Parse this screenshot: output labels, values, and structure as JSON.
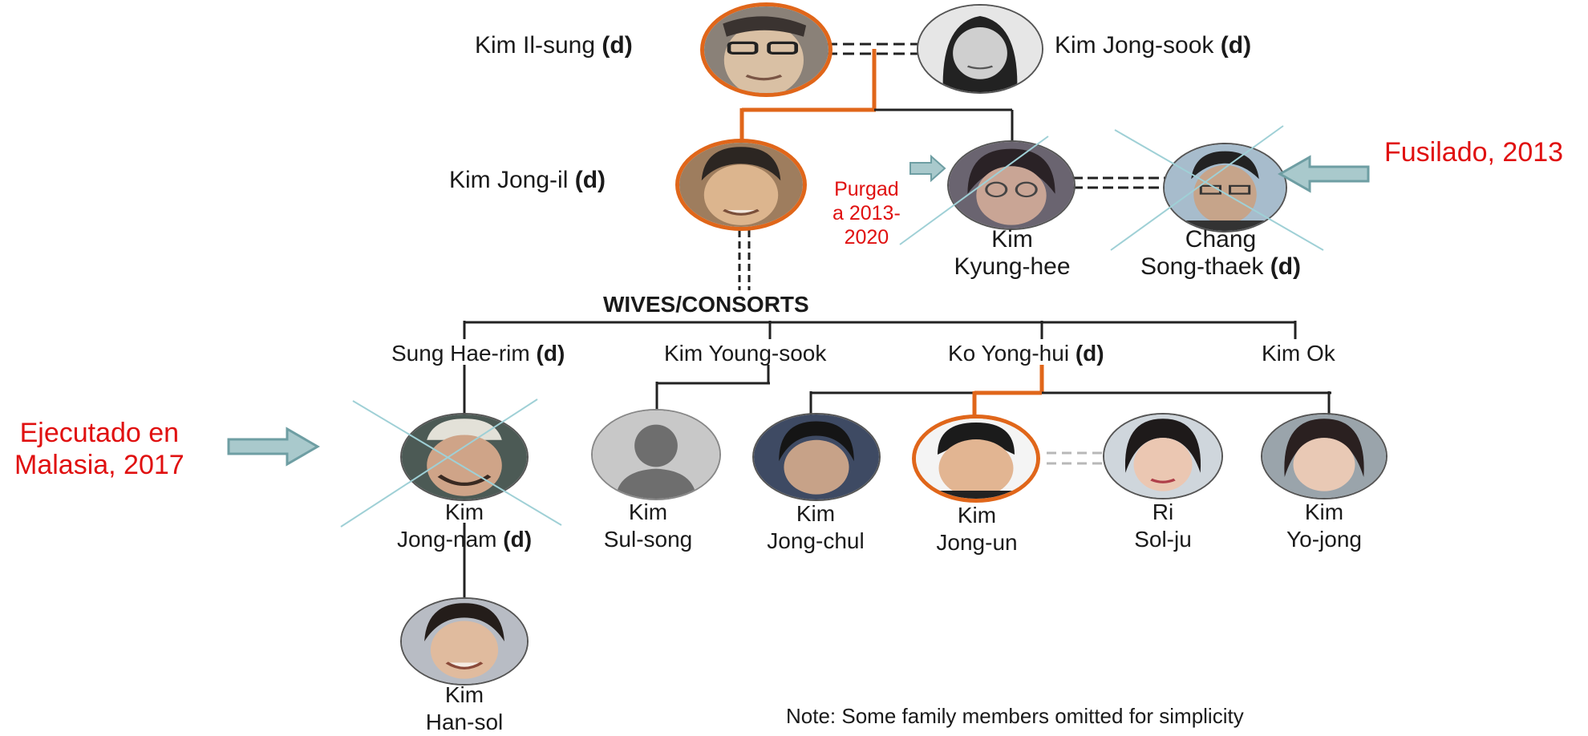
{
  "people": {
    "kim_il_sung": {
      "name": "Kim Il-sung",
      "tag": "(d)"
    },
    "kim_jong_sook": {
      "name": "Kim Jong-sook",
      "tag": "(d)"
    },
    "kim_jong_il": {
      "name": "Kim Jong-il",
      "tag": "(d)"
    },
    "kim_kyung_hee": {
      "line1": "Kim",
      "line2": "Kyung-hee"
    },
    "chang_song_thaek": {
      "line1": "Chang",
      "line2": "Song-thaek",
      "tag": "(d)"
    },
    "kim_jong_nam": {
      "line1": "Kim",
      "line2": "Jong-nam",
      "tag": "(d)"
    },
    "kim_sul_song": {
      "line1": "Kim",
      "line2": "Sul-song"
    },
    "kim_jong_chul": {
      "line1": "Kim",
      "line2": "Jong-chul"
    },
    "kim_jong_un": {
      "line1": "Kim",
      "line2": "Jong-un"
    },
    "ri_sol_ju": {
      "line1": "Ri",
      "line2": "Sol-ju"
    },
    "kim_yo_jong": {
      "line1": "Kim",
      "line2": "Yo-jong"
    },
    "kim_han_sol": {
      "line1": "Kim",
      "line2": "Han-sol"
    }
  },
  "consorts": {
    "header": "WIVES/CONSORTS",
    "sung_hae_rim": {
      "name": "Sung Hae-rim",
      "tag": "(d)"
    },
    "kim_young_sook": {
      "name": "Kim Young-sook"
    },
    "ko_yong_hui": {
      "name": "Ko Yong-hui",
      "tag": "(d)"
    },
    "kim_ok": {
      "name": "Kim Ok"
    }
  },
  "annotations": {
    "fusilado": "Fusilado, 2013",
    "purgada_1": "Purgad",
    "purgada_2": "a 2013-",
    "purgada_3": "2020",
    "ejecutado_1": "Ejecutado en",
    "ejecutado_2": "Malasia, 2017"
  },
  "note": "Note: Some family members omitted for simplicity",
  "colors": {
    "highlight": "#e0661a",
    "line": "#222222",
    "annotation": "#e01010",
    "arrow_fill": "#a9c9cc",
    "arrow_stroke": "#6e9ea3",
    "cross": "#9fd0d6"
  }
}
